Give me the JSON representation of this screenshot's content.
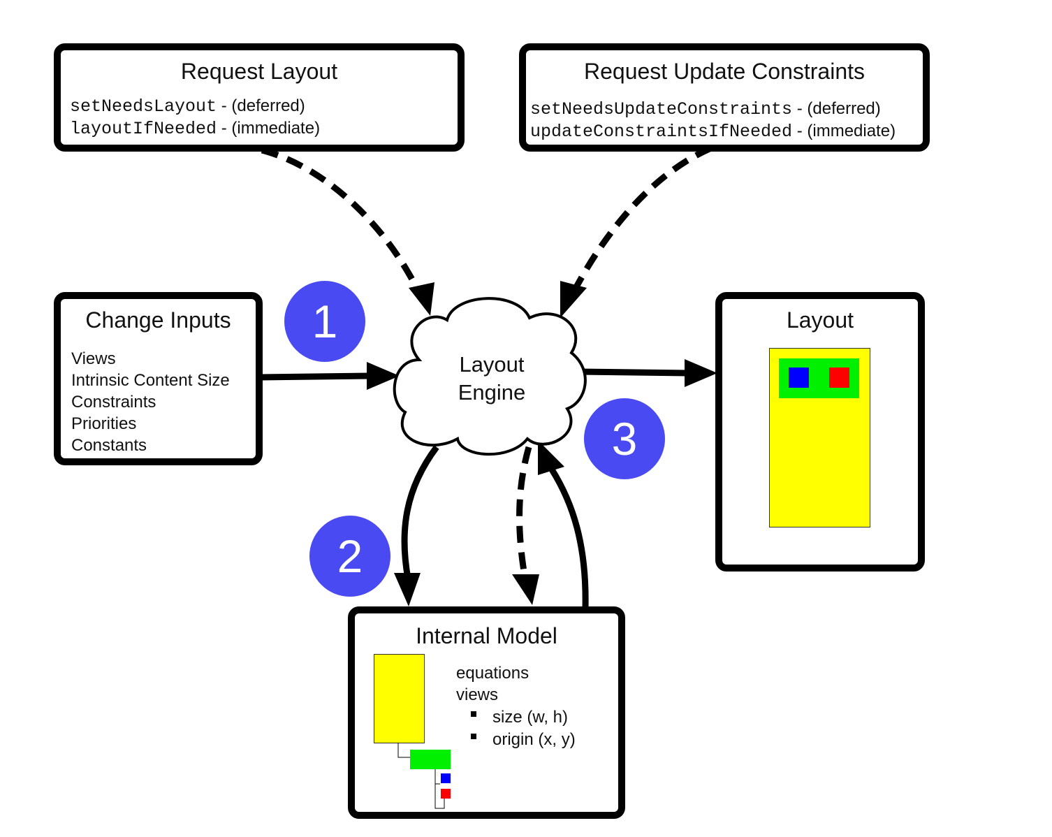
{
  "request_layout": {
    "title": "Request Layout",
    "lines": [
      {
        "code": "setNeedsLayout",
        "note": " - (deferred)"
      },
      {
        "code": "layoutIfNeeded",
        "note": " - (immediate)"
      }
    ]
  },
  "request_update_constraints": {
    "title": "Request Update Constraints",
    "lines": [
      {
        "code": "setNeedsUpdateConstraints",
        "note": " - (deferred)"
      },
      {
        "code": "updateConstraintsIfNeeded",
        "note": " - (immediate)"
      }
    ]
  },
  "change_inputs": {
    "title": "Change Inputs",
    "items": [
      "Views",
      "Intrinsic Content Size",
      "Constraints",
      "Priorities",
      "Constants"
    ]
  },
  "layout_engine": {
    "line1": "Layout",
    "line2": "Engine"
  },
  "layout_box": {
    "title": "Layout"
  },
  "internal_model": {
    "title": "Internal Model",
    "items": [
      "equations",
      "views"
    ],
    "sub_items": [
      "size (w, h)",
      "origin (x, y)"
    ]
  },
  "badges": [
    "1",
    "2",
    "3"
  ],
  "colors": {
    "badge": "#4a4af2",
    "view_yellow": "#ffff00",
    "view_green": "#00f000",
    "view_blue": "#0000ff",
    "view_red": "#ff0000"
  }
}
